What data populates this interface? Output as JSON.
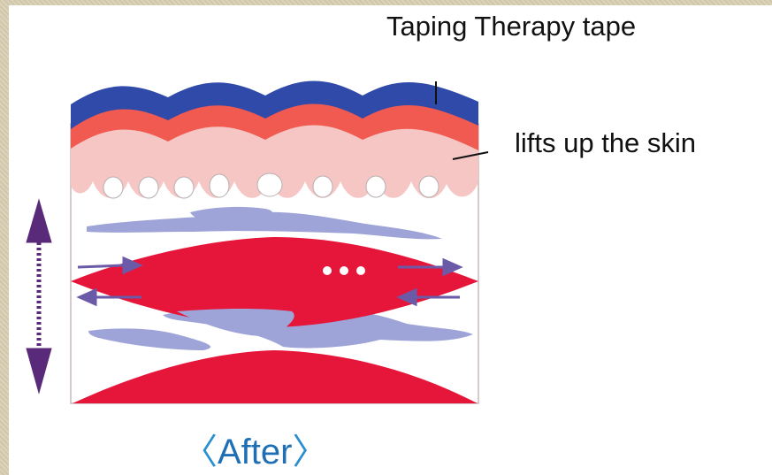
{
  "labels": {
    "tape": "Taping Therapy tape",
    "lift": "lifts up the skin",
    "caption_left": "〈",
    "caption_text": "After",
    "caption_right": "〉"
  },
  "colors": {
    "tape_blue": "#2f4aa8",
    "tape_red": "#f05a50",
    "skin_pink": "#f5c6c4",
    "muscle_red": "#e6163a",
    "fascia_lavender": "#9ea4d8",
    "arrow_purple": "#5a2a7a",
    "caption_blue": "#1f6fb5"
  }
}
